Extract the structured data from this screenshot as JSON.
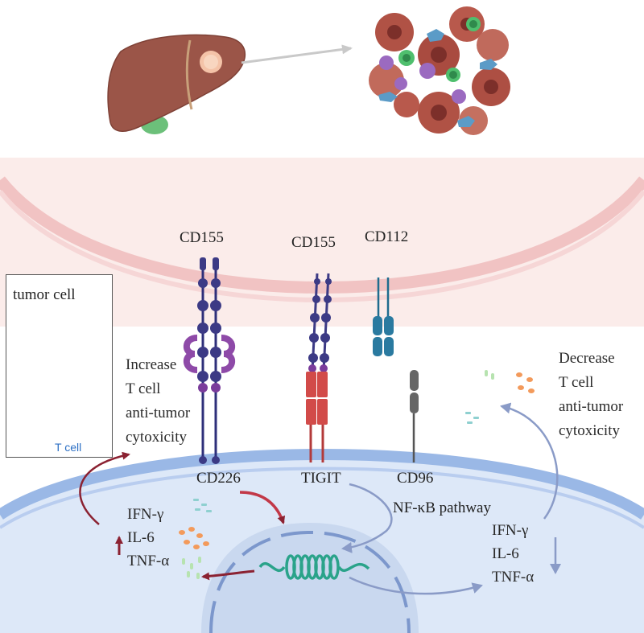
{
  "receptors": {
    "cd155_left": "CD155",
    "cd155_right": "CD155",
    "cd112": "CD112",
    "cd226": "CD226",
    "tigit": "TIGIT",
    "cd96": "CD96"
  },
  "inset": {
    "tumor_cell_label": "tumor cell",
    "t_cell_label": "T cell"
  },
  "left_effect": [
    "Increase",
    "T cell",
    "anti-tumor",
    "cytoxicity"
  ],
  "right_effect": [
    "Decrease",
    "T cell",
    "anti-tumor",
    "cytoxicity"
  ],
  "pathway": "NF-κB pathway",
  "cytokines_left": [
    "IFN-γ",
    "IL-6",
    "TNF-α"
  ],
  "cytokines_right": [
    "IFN-γ",
    "IL-6",
    "TNF-α"
  ],
  "colors": {
    "liver": "#9b5548",
    "tumor_membrane": "#f3c9c9",
    "tcell_membrane": "#9ab8e6",
    "tcell_cytoplasm": "#dde8f8",
    "activation_arrow": "#8b2232",
    "inhibition_arrow": "#8a9bc7",
    "cd226": "#3c3a85",
    "cd155_bead": "#7a3c9b",
    "tigit": "#d24b49",
    "cd112": "#2a7aa0",
    "cd96": "#666666",
    "dna": "#2aa38a"
  }
}
